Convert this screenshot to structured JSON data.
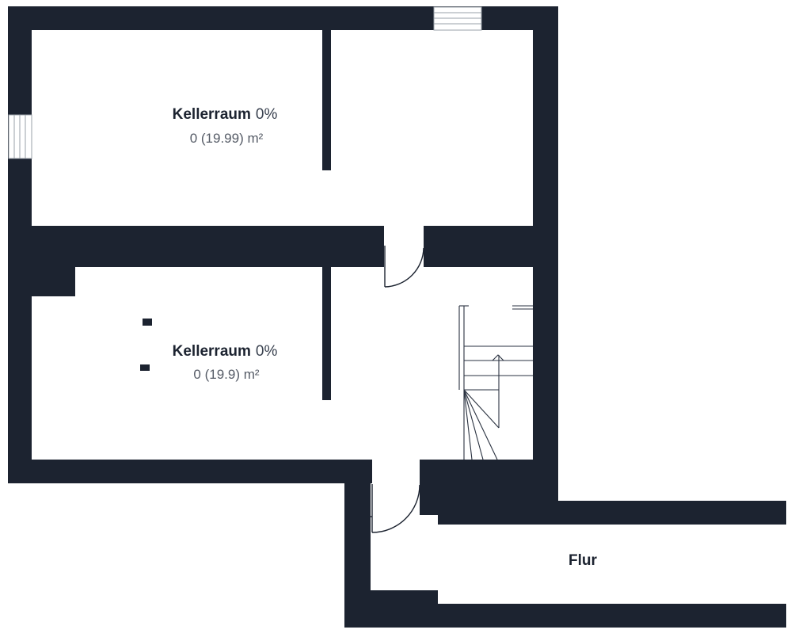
{
  "colors": {
    "wall": "#1c2330",
    "text": "#1c2330",
    "secondary_text": "#555b66",
    "background": "#ffffff"
  },
  "rooms": [
    {
      "name": "Kellerraum",
      "share": "0%",
      "area": "0 (19.99) m²"
    },
    {
      "name": "Kellerraum",
      "share": "0%",
      "area": "0 (19.9) m²"
    },
    {
      "name": "Flur"
    }
  ]
}
